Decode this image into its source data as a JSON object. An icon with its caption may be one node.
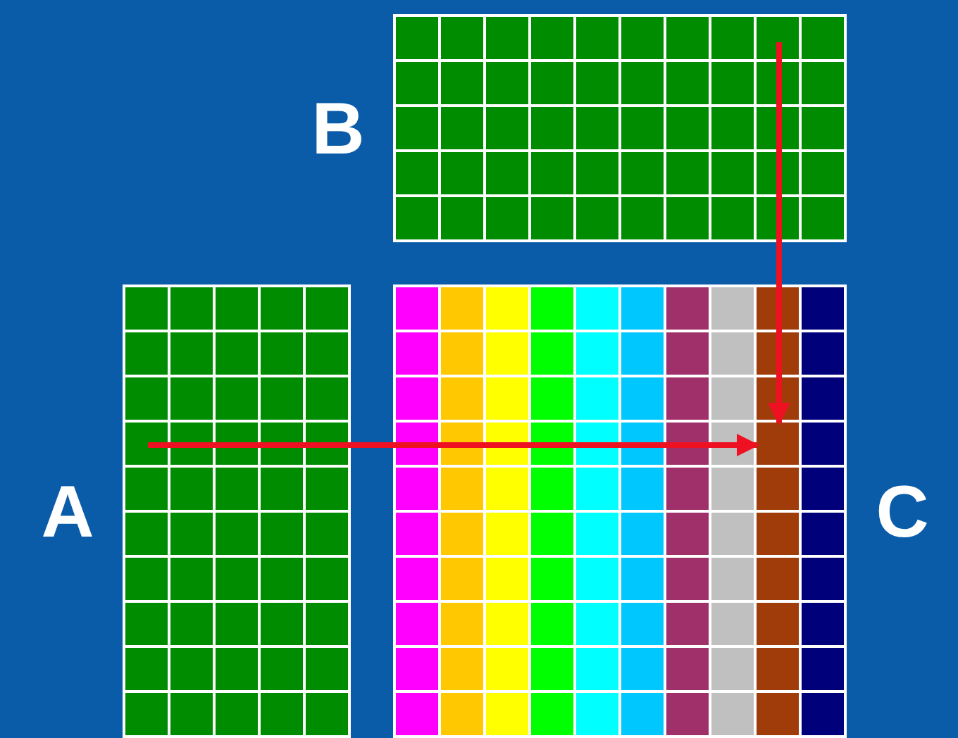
{
  "diagram": {
    "nodes": [
      {
        "text": [
          "B"
        ]
      },
      {
        "text": [
          "A"
        ]
      },
      {
        "text": [
          "C"
        ]
      },
      {
        "text": [],
        "shape": "box",
        "in": 2
      }
    ],
    "edges": [
      {
        "from": 0,
        "to": 3,
        "arrow": "to"
      },
      {
        "from": 1,
        "to": 3,
        "arrow": "to"
      }
    ]
  }
}
